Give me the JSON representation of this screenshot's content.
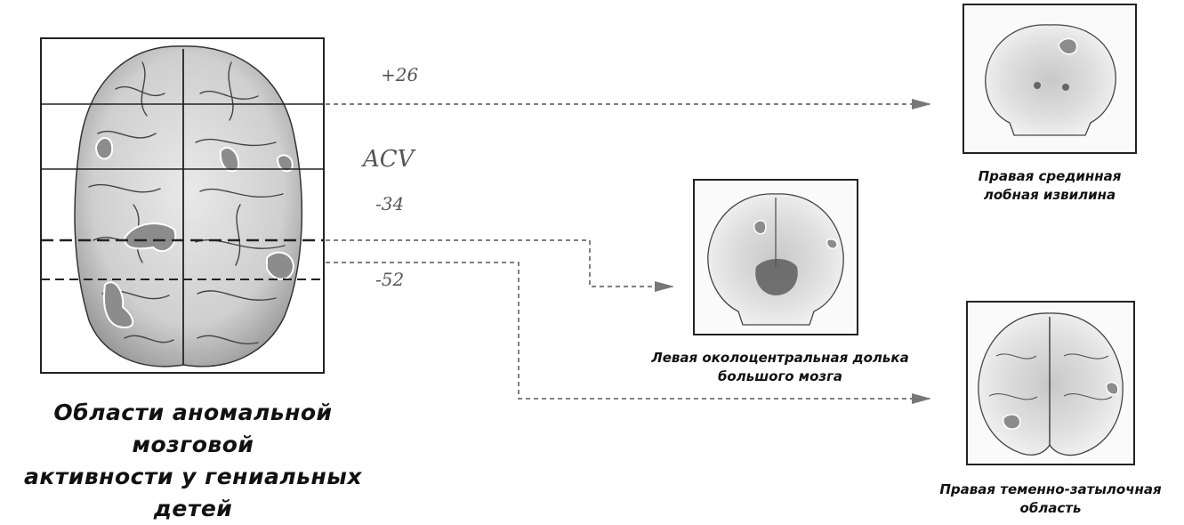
{
  "labels": {
    "plus26": "+26",
    "acv": "ACV",
    "minus34": "-34",
    "minus52": "-52"
  },
  "captions": {
    "frontal": [
      "Правая срединная",
      "лобная извилина"
    ],
    "paracentral": [
      "Левая околоцентральная долька",
      "большого мозга"
    ],
    "parietooccipital": [
      "Правая теменно-затылочная",
      "область"
    ]
  },
  "title": [
    "Области аномальной мозговой",
    "активности у гениальных детей"
  ],
  "colors": {
    "ink": "#111111",
    "pencil": "#555555",
    "highlight": "#8c8c8c"
  }
}
